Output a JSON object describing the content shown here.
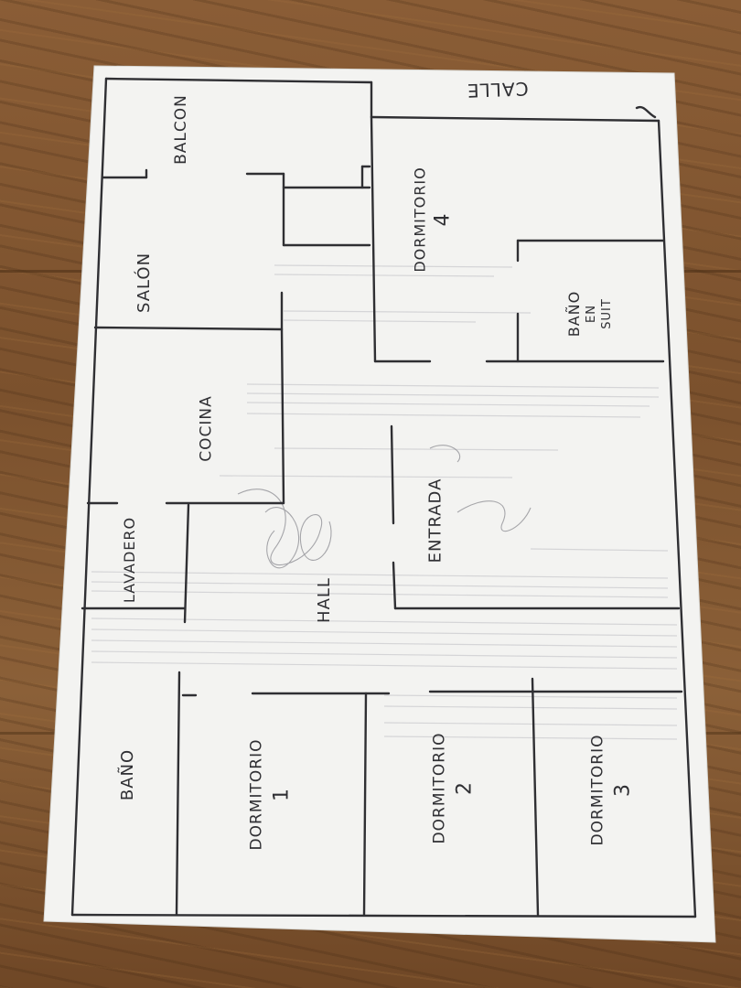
{
  "plan": {
    "street": "CALLE",
    "balcony": "BALCON",
    "living": "SALÓN",
    "kitchen": "COCINA",
    "laundry": "LAVADERO",
    "hall": "HALL",
    "entrance": "ENTRADA",
    "bedroom4": {
      "name": "DORMITORIO",
      "number": "4"
    },
    "ensuite": {
      "line1": "BAÑO",
      "line2": "EN",
      "line3": "SUIT"
    },
    "bathroom": "BAÑO",
    "bedroom1": {
      "name": "DORMITORIO",
      "number": "1"
    },
    "bedroom2": {
      "name": "DORMITORIO",
      "number": "2"
    },
    "bedroom3": {
      "name": "DORMITORIO",
      "number": "3"
    }
  },
  "colors": {
    "wood": "#7a5230",
    "paper": "#f3f3f1",
    "ink": "#2f2f33"
  }
}
